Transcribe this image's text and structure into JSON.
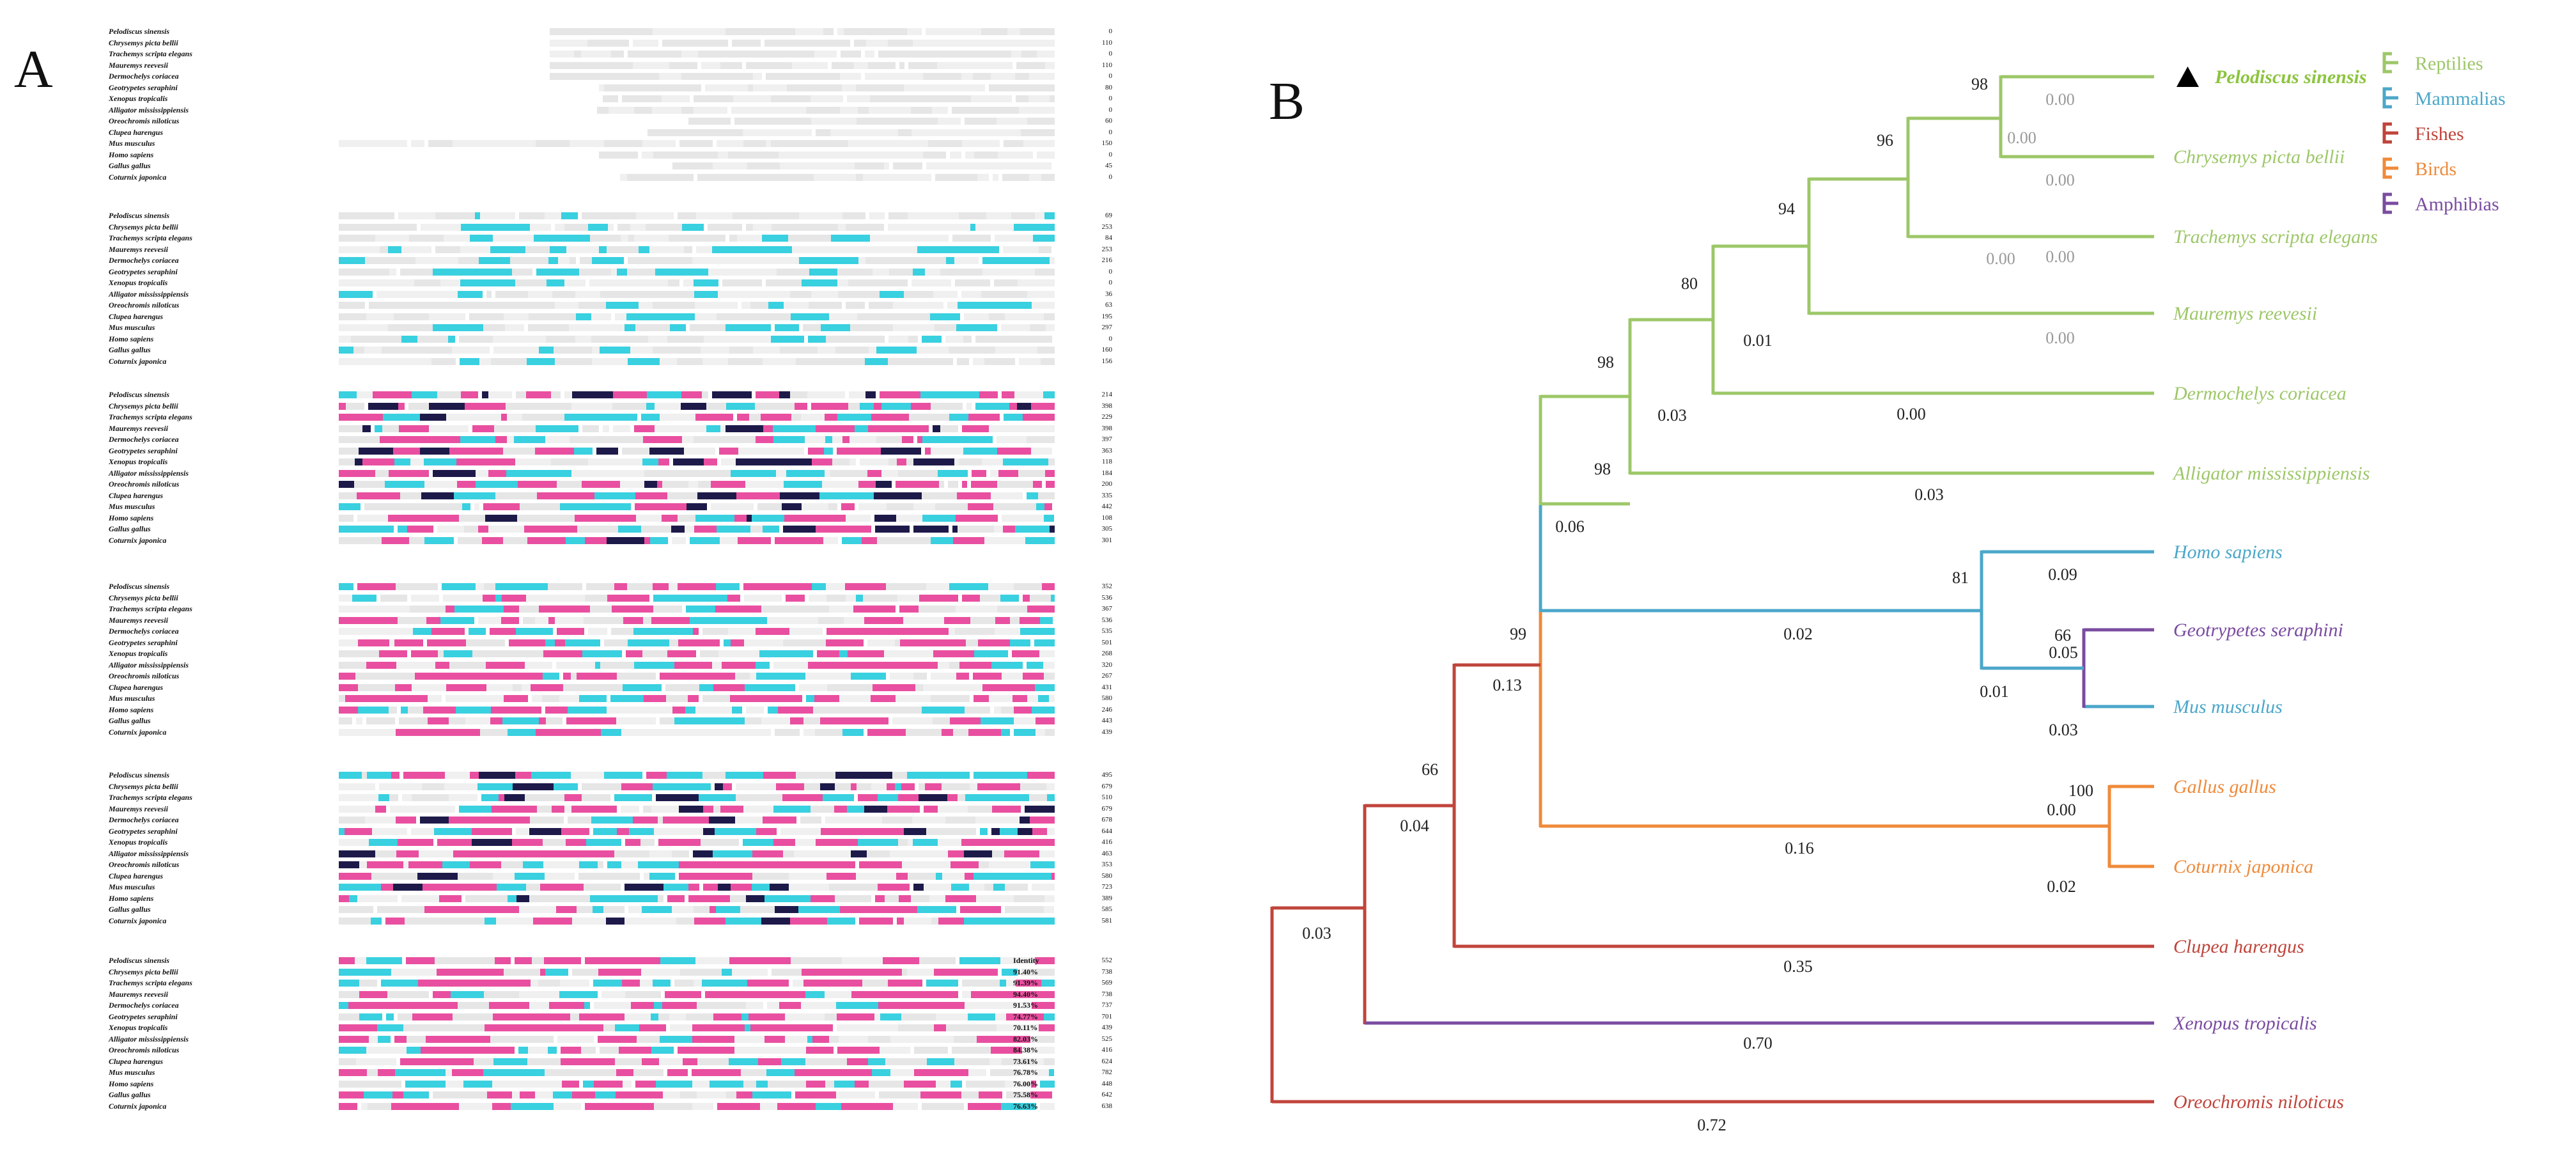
{
  "panels": {
    "a": "A",
    "b": "B"
  },
  "species": [
    "Pelodiscus sinensis",
    "Chrysemys picta bellii",
    "Trachemys scripta elegans",
    "Mauremys reevesii",
    "Dermochelys coriacea",
    "Geotrypetes seraphini",
    "Xenopus tropicalis",
    "Alligator mississippiensis",
    "Oreochromis niloticus",
    "Clupea harengus",
    "Mus musculus",
    "Homo sapiens",
    "Gallus gallus",
    "Coturnix japonica"
  ],
  "alignment_blocks": [
    {
      "numbers": [
        "0",
        "110",
        "0",
        "110",
        "0",
        "80",
        "0",
        "0",
        "60",
        "0",
        "150",
        "0",
        "45",
        "0"
      ]
    },
    {
      "numbers": [
        "69",
        "253",
        "84",
        "253",
        "216",
        "0",
        "0",
        "36",
        "63",
        "195",
        "297",
        "0",
        "160",
        "156"
      ]
    },
    {
      "numbers": [
        "214",
        "398",
        "229",
        "398",
        "397",
        "363",
        "118",
        "184",
        "200",
        "335",
        "442",
        "108",
        "305",
        "301"
      ]
    },
    {
      "numbers": [
        "352",
        "536",
        "367",
        "536",
        "535",
        "501",
        "268",
        "320",
        "267",
        "431",
        "580",
        "246",
        "443",
        "439"
      ]
    },
    {
      "numbers": [
        "495",
        "679",
        "510",
        "679",
        "678",
        "644",
        "416",
        "463",
        "353",
        "580",
        "723",
        "389",
        "585",
        "581"
      ]
    },
    {
      "numbers": [
        "552",
        "738",
        "569",
        "738",
        "737",
        "701",
        "439",
        "525",
        "416",
        "624",
        "782",
        "448",
        "642",
        "638"
      ],
      "identity_header": "Identity",
      "identity": [
        "91.40%",
        "91.39%",
        "94.40%",
        "91.53%",
        "74.77%",
        "70.11%",
        "82.03%",
        "84.38%",
        "73.61%",
        "76.78%",
        "76.00%",
        "75.58%",
        "76.63%"
      ]
    }
  ],
  "legend": [
    {
      "label": "Reptilies",
      "color": "#9dc768"
    },
    {
      "label": "Mammalias",
      "color": "#4ba7c9"
    },
    {
      "label": "Fishes",
      "color": "#c0443b"
    },
    {
      "label": "Birds",
      "color": "#ef8a3a"
    },
    {
      "label": "Amphibias",
      "color": "#7a4ca0"
    }
  ],
  "tree": {
    "leaves": [
      {
        "name": "Pelodiscus sinensis",
        "color": "#8cc43e",
        "marker": "black-triangle",
        "highlight": true
      },
      {
        "name": "Chrysemys picta bellii",
        "color": "#9dc768"
      },
      {
        "name": "Trachemys scripta elegans",
        "color": "#9dc768"
      },
      {
        "name": "Mauremys reevesii",
        "color": "#9dc768"
      },
      {
        "name": "Dermochelys coriacea",
        "color": "#9dc768"
      },
      {
        "name": "Alligator mississippiensis",
        "color": "#9dc768"
      },
      {
        "name": "Homo sapiens",
        "color": "#4ba7c9"
      },
      {
        "name": "Geotrypetes seraphini",
        "color": "#7a4ca0"
      },
      {
        "name": "Mus musculus",
        "color": "#4ba7c9"
      },
      {
        "name": "Gallus gallus",
        "color": "#ef8a3a"
      },
      {
        "name": "Coturnix japonica",
        "color": "#ef8a3a"
      },
      {
        "name": "Clupea harengus",
        "color": "#c0443b"
      },
      {
        "name": "Xenopus tropicalis",
        "color": "#7a4ca0"
      },
      {
        "name": "Oreochromis niloticus",
        "color": "#c0443b"
      }
    ],
    "bootstrap": [
      "98",
      "96",
      "94",
      "80",
      "98",
      "98",
      "81",
      "66",
      "100",
      "99",
      "66"
    ],
    "branch_lengths": [
      "0.00",
      "0.00",
      "0.00",
      "0.00",
      "0.00",
      "0.00",
      "0.00",
      "0.01",
      "0.03",
      "0.03",
      "0.06",
      "0.09",
      "0.05",
      "0.01",
      "0.03",
      "0.02",
      "0.00",
      "0.02",
      "0.16",
      "0.13",
      "0.35",
      "0.04",
      "0.70",
      "0.03",
      "0.72"
    ]
  }
}
